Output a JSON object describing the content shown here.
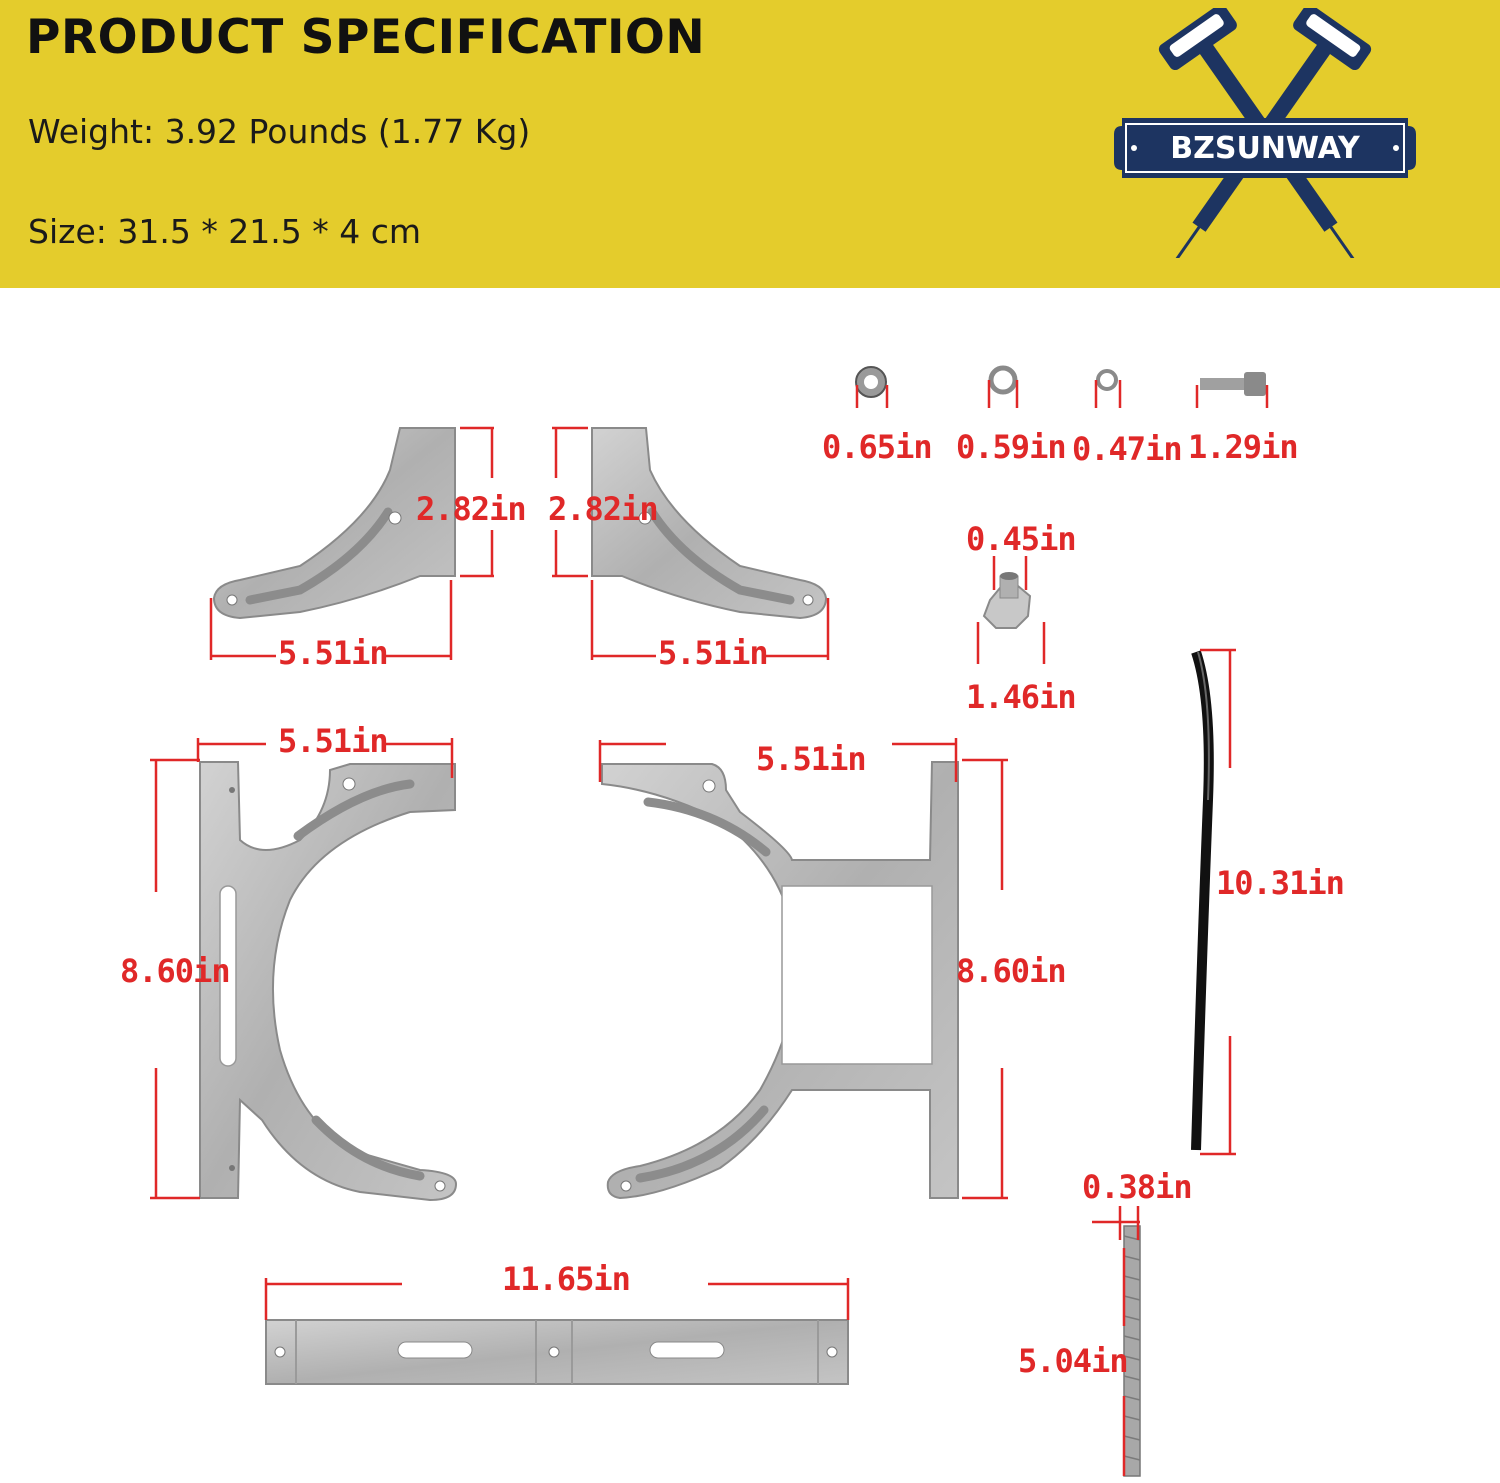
{
  "header": {
    "title": "PRODUCT SPECIFICATION",
    "weight": "Weight: 3.92 Pounds (1.77 Kg)",
    "size": "Size:  31.5 * 21.5 * 4 cm",
    "background_color": "#e4cc2c"
  },
  "logo": {
    "brand": "BZSUNWAY",
    "banner_color": "#1d3461"
  },
  "dimensions": {
    "washer_1": "0.65in",
    "washer_2": "0.59in",
    "washer_3": "0.47in",
    "screw": "1.29in",
    "knob_height": "0.45in",
    "knob_width": "1.46in",
    "left_bracket_height": "2.82in",
    "right_bracket_height": "2.82in",
    "left_bracket_width": "5.51in",
    "right_bracket_width": "5.51in",
    "left_clamp_width": "5.51in",
    "right_clamp_width": "5.51in",
    "left_clamp_height": "8.60in",
    "right_clamp_height": "8.60in",
    "strip_length": "10.31in",
    "rod_diameter": "0.38in",
    "rod_length": "5.04in",
    "bar_length": "11.65in"
  },
  "colors": {
    "dimension_red": "#e02828",
    "metal": "#b5b5b5",
    "metal_dark": "#8a8a8a"
  }
}
